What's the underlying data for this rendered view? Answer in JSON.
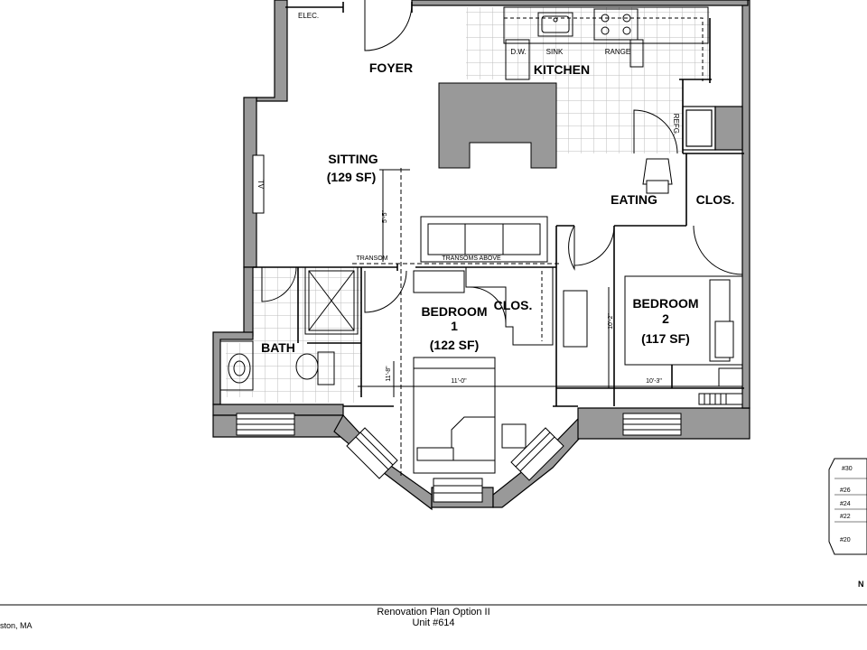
{
  "rooms": {
    "foyer": "FOYER",
    "kitchen": "KITCHEN",
    "sitting": "SITTING",
    "sitting_area": "(129 SF)",
    "eating": "EATING",
    "closet_right": "CLOS.",
    "closet_bed1": "CLOS.",
    "bedroom1": "BEDROOM",
    "bedroom1_num": "1",
    "bedroom1_area": "(122 SF)",
    "bedroom2": "BEDROOM",
    "bedroom2_num": "2",
    "bedroom2_area": "(117 SF)",
    "bath": "BATH"
  },
  "labels": {
    "elec": "ELEC.",
    "dw": "D.W.",
    "sink": "SINK",
    "range": "RANGE",
    "refg": "REFG.",
    "tv": "TV",
    "transom": "TRANSOM",
    "transoms_above": "TRANSOMS ABOVE"
  },
  "dimensions": {
    "sitting_depth": "5'-5\"",
    "bedroom1_width": "11'-0\"",
    "bedroom1_depth": "11'-8\"",
    "bedroom2_width": "10'-3\"",
    "bedroom2_depth": "10'-2\""
  },
  "key_plan": {
    "units": [
      "#30",
      "#26",
      "#24",
      "#22",
      "#20"
    ],
    "north": "N"
  },
  "footer": {
    "location": "ston, MA",
    "title": "Renovation Plan Option II",
    "unit": "Unit #614"
  }
}
